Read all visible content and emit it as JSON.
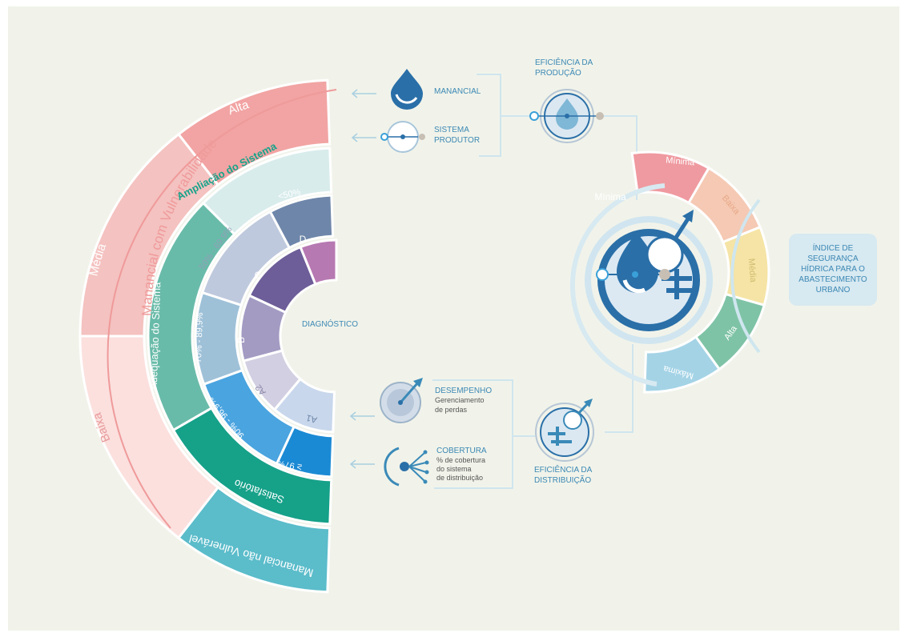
{
  "title": "DIAGNÓSTICO",
  "outer_ring": {
    "label": "Manancial com Vulnerabilidade",
    "segments": [
      "Alta",
      "Média",
      "Baixa"
    ],
    "non_vulnerable": "Manancial não Vulnerável"
  },
  "system_ring": {
    "ampliacao": "Ampliação do Sistema",
    "adequacao": "Adequação do Sistema",
    "satisfatorio": "Satisfatório"
  },
  "coverage_ring": {
    "segments": [
      "<50%",
      "50% - 69,9%",
      "70% - 89,9%",
      "90% - 96,9%",
      "≥ 97%"
    ]
  },
  "class_ring": {
    "segments": [
      "D",
      "C",
      "B",
      "A2",
      "A1"
    ]
  },
  "production": {
    "manancial": "MANANCIAL",
    "sistema_produtor": "SISTEMA PRODUTOR",
    "eficiencia": "EFICIÊNCIA DA PRODUÇÃO"
  },
  "distribution": {
    "desempenho_title": "DESEMPENHO",
    "desempenho_sub": "Gerenciamento de perdas",
    "cobertura_title": "COBERTURA",
    "cobertura_sub": "% de cobertura do sistema de distribuição",
    "eficiencia": "EFICIÊNCIA DA DISTRIBUIÇÃO"
  },
  "index": {
    "title": "ÍNDICE DE SEGURANÇA HÍDRICA PARA O ABASTECIMENTO URBANO",
    "levels": [
      "Mínima",
      "Baixa",
      "Média",
      "Alta",
      "Máxima"
    ],
    "center_label": "Mínima"
  },
  "colors": {
    "background": "#f1f3ea",
    "alta": "#f1a4a3",
    "media": "#f4c2c0",
    "baixa": "#fbe0de",
    "nao_vulneravel": "#5bbcca",
    "ampliacao": "#d9ecec",
    "adequacao": "#69bba9",
    "satisfatorio": "#16a189",
    "cov_lt50": "#6e86a9",
    "cov_50": "#bfc9dd",
    "cov_70": "#9ec1d8",
    "cov_90": "#4aa4df",
    "cov_97": "#1b8ad4",
    "cls_d": "#b779b2",
    "cls_c": "#6d5d98",
    "cls_b": "#a39bc2",
    "cls_a2": "#d3cfe2",
    "cls_a1": "#c8d7ec",
    "idx_minima": "#ef9aa0",
    "idx_baixa": "#f5c9b3",
    "idx_media": "#f5e4a5",
    "idx_alta": "#7fc3a6",
    "idx_maxima": "#a4d3e6",
    "icon_dark": "#2a6fa8",
    "icon_light": "#7fb7d6",
    "text_blue": "#3c88b4"
  }
}
